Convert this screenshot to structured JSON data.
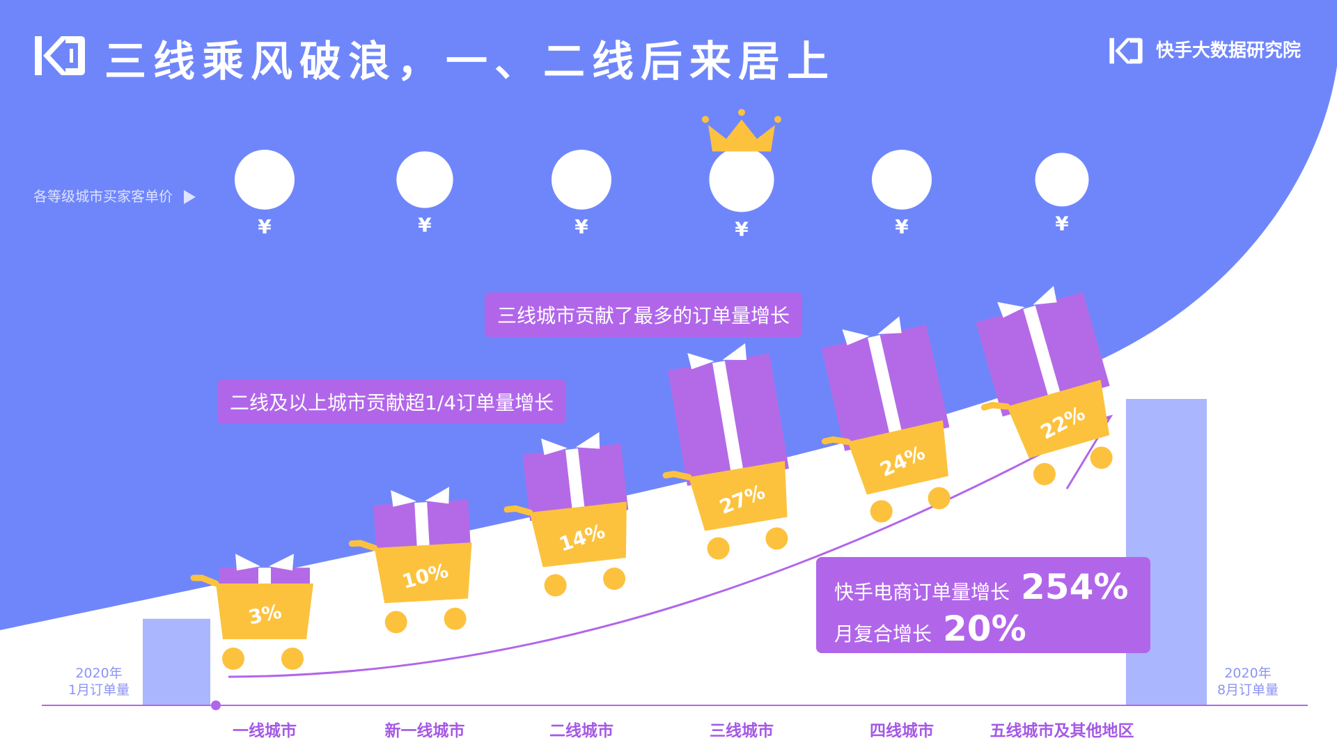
{
  "title": "三线乘风破浪，一、二线后来居上",
  "brand": "快手大数据研究院",
  "price_label": "各等级城市买家客单价",
  "currency_symbol": "¥",
  "callouts": {
    "third_tier": "三线城市贡献了最多的订单量增长",
    "second_tier": "二线及以上城市贡献超1/4订单量增长"
  },
  "summary": {
    "growth_label": "快手电商订单量增长",
    "growth_value": "254%",
    "cagr_label": "月复合增长",
    "cagr_value": "20%"
  },
  "chart_data": {
    "type": "bar",
    "title": "三线乘风破浪，一、二线后来居上",
    "categories": [
      "一线城市",
      "新一线城市",
      "二线城市",
      "三线城市",
      "四线城市",
      "五线城市及其他地区"
    ],
    "series": [
      {
        "values": [
          3,
          10,
          14,
          27,
          24,
          22
        ],
        "labels": [
          "3%",
          "10%",
          "14%",
          "27%",
          "24%",
          "22%"
        ]
      }
    ],
    "relative_basket_price": [
      1.0,
      0.85,
      1.0,
      1.25,
      1.0,
      0.72
    ],
    "highest_price_category": "三线城市",
    "order_volume_bars": [
      {
        "label_line1": "2020年",
        "label_line2": "1月订单量",
        "value": 100
      },
      {
        "label_line1": "2020年",
        "label_line2": "8月订单量",
        "value": 354
      }
    ]
  },
  "colors": {
    "background_blue": "#6f86fb",
    "purple": "#b166ea",
    "gift_purple": "#b46ae6",
    "cart_yellow": "#fcc23e",
    "bar_light": "#aab6fd",
    "crown": "#fcc23e",
    "axis": "#b166ea"
  }
}
